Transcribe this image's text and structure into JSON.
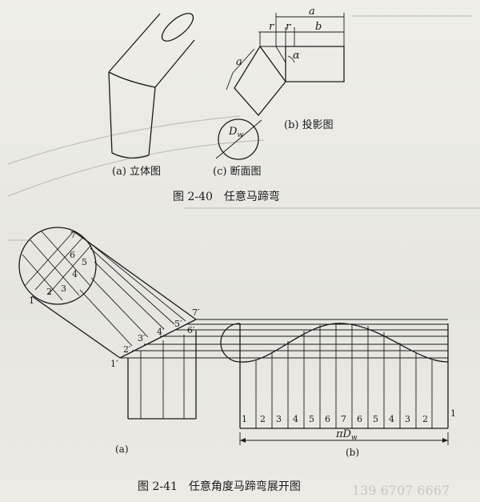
{
  "figure_2_40": {
    "caption": "图 2-40　任意马蹄弯",
    "solid_view_label": "(a) 立体图",
    "projection_label": "(b) 投影图",
    "section_label": "(c) 断面图",
    "dim_a_top": "a",
    "dim_b": "b",
    "dim_r1": "r",
    "dim_r2": "r",
    "dim_a_side": "a",
    "angle": "α",
    "diameter": "D",
    "diameter_sub": "w"
  },
  "figure_2_41": {
    "caption": "图 2-41　任意角度马蹄弯展开图",
    "panel_a_label": "(a)",
    "panel_b_label": "(b)",
    "circle_numbers": [
      "1",
      "2",
      "3",
      "4",
      "5",
      "6",
      "7"
    ],
    "generator_labels": [
      "1′",
      "2′",
      "3′",
      "4′",
      "5′",
      "6′",
      "7′"
    ],
    "strip_numbers": [
      "1",
      "2",
      "3",
      "4",
      "5",
      "6",
      "7",
      "6",
      "5",
      "4",
      "3",
      "2",
      "1"
    ],
    "length_pi": "πD",
    "length_sub": "w"
  },
  "watermark": "139 6707 6667"
}
